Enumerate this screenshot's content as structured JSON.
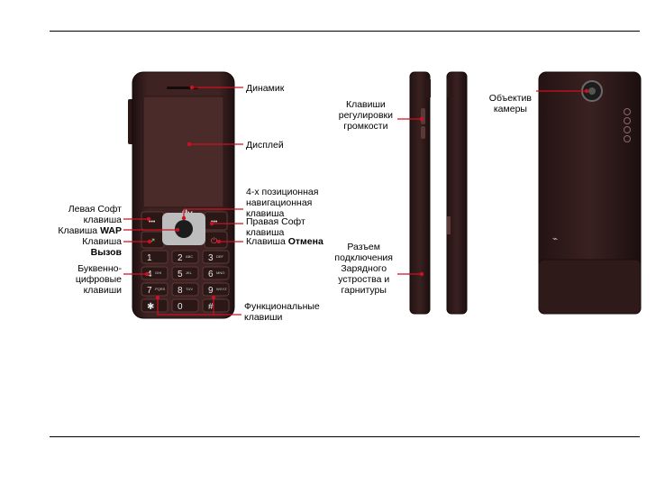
{
  "labels": {
    "speaker": "Динамик",
    "display": "Дисплей",
    "nav_key": [
      "4-х позиционная",
      "навигационная",
      "клавиша"
    ],
    "left_soft": [
      "Левая Софт",
      "клавиша"
    ],
    "right_soft": [
      "Правая Софт",
      "клавиша"
    ],
    "wap": {
      "prefix": "Клавиша ",
      "bold": "WAP"
    },
    "call": {
      "line1": "Клавиша",
      "bold": "Вызов"
    },
    "cancel": {
      "prefix": "Клавиша ",
      "bold": "Отмена"
    },
    "alnum": [
      "Буквенно-",
      "цифровые",
      "клавиши"
    ],
    "function_keys": [
      "Функциональные",
      "клавиши"
    ],
    "volume": [
      "Клавиши",
      "регулировки",
      "громкости"
    ],
    "connector": [
      "Разъем",
      "подключения",
      "Зарядного",
      "устроства и",
      "гарнитуры"
    ],
    "camera": [
      "Объектив",
      "камеры"
    ]
  },
  "phone": {
    "brand": "fly",
    "keys": [
      {
        "digit": "1",
        "sub": ""
      },
      {
        "digit": "2",
        "sub": "ABC"
      },
      {
        "digit": "3",
        "sub": "DEF"
      },
      {
        "digit": "4",
        "sub": "GHI"
      },
      {
        "digit": "5",
        "sub": "JKL"
      },
      {
        "digit": "6",
        "sub": "MNO"
      },
      {
        "digit": "7",
        "sub": "PQRS"
      },
      {
        "digit": "8",
        "sub": "TUV"
      },
      {
        "digit": "9",
        "sub": "WXYZ"
      },
      {
        "digit": "✱",
        "sub": ""
      },
      {
        "digit": "0",
        "sub": ""
      },
      {
        "digit": "#",
        "sub": ""
      }
    ]
  },
  "colors": {
    "body": "#3a2120",
    "body_dark": "#1e1010",
    "screen": "#4a2b2a",
    "accent": "#cc1122",
    "nav_ring": "#bdbdbd"
  }
}
